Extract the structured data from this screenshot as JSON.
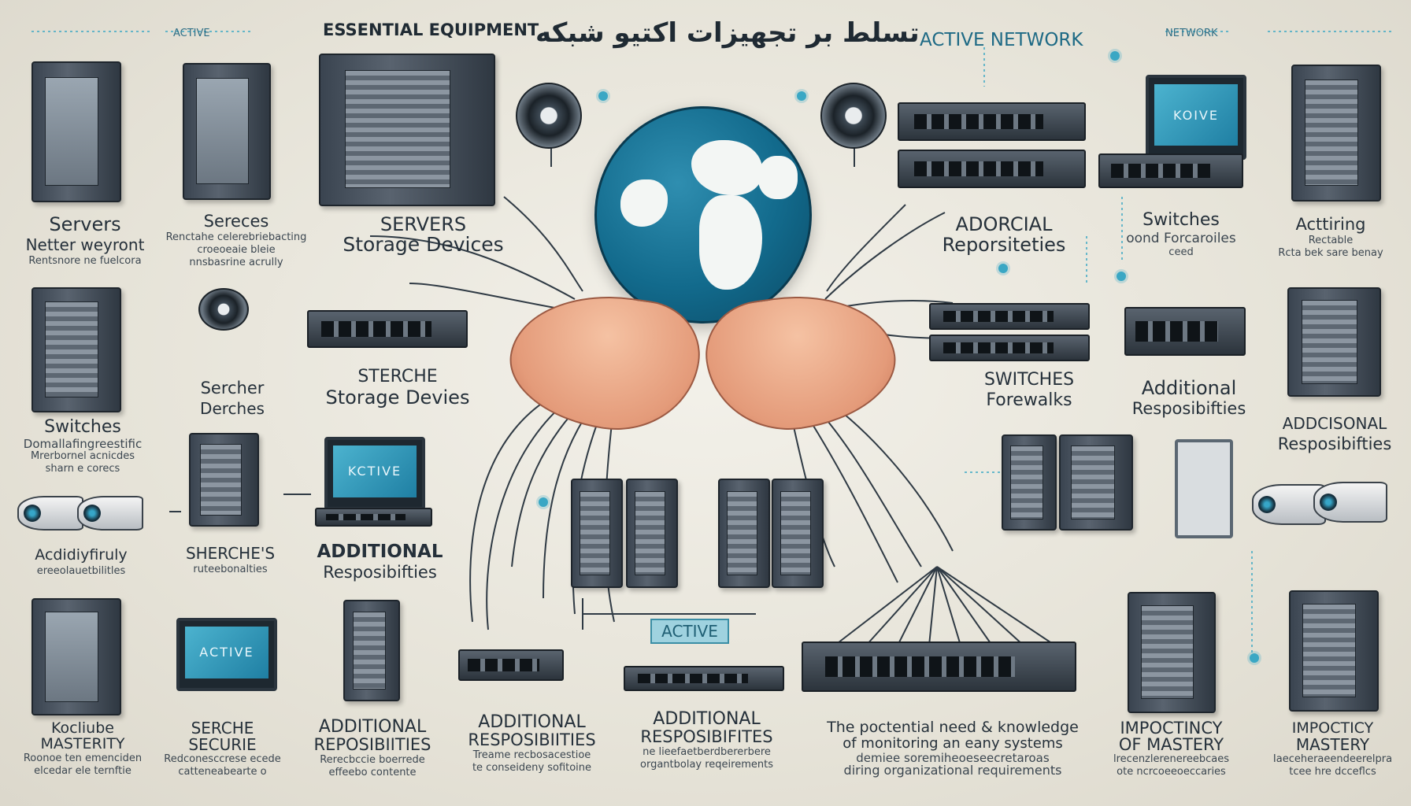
{
  "header": {
    "left_small": "ACTIVE",
    "left_title": "ESSENTIAL EQUIPMENT",
    "persian_title": "تسلط بر تجهیزات اکتیو شبکه",
    "right_title": "ACTIVE NETWORK",
    "right_small": "NETWORK"
  },
  "screen_labels": [
    "KOIVE",
    "KCTIVE",
    "ACTIVE"
  ],
  "center_badge": "ACTIVE",
  "labels": {
    "l1": {
      "title": "Servers",
      "sub1": "Netter weyront",
      "sub2": "Rentsnore ne fuelcora"
    },
    "l2": {
      "title": "Sereces",
      "sub1": "Renctahe celerebriebacting",
      "sub2": "croeoeaie bleie",
      "sub3": "nnsbasrine acrully"
    },
    "l3": {
      "title": "SERVERS",
      "sub1": "Storage Devices"
    },
    "l4": {
      "title": "ADORCIAL",
      "sub1": "Reporsiteties"
    },
    "l5": {
      "title": "Switches",
      "sub1": "oond Forcaroiles",
      "sub2": "ceed"
    },
    "l6": {
      "title": "Acttiring",
      "sub1": "Rectable",
      "sub2": "Rcta bek sare benay"
    },
    "l7": {
      "title": "Sercher",
      "sub1": "Derches"
    },
    "l8": {
      "title": "STERCHE",
      "sub1": "Storage Devies"
    },
    "l9": {
      "title": "SWITCHES",
      "sub1": "Forewalks"
    },
    "l10": {
      "title": "Additional",
      "sub1": "Resposibifties"
    },
    "l11": {
      "title": "ADDCISONAL",
      "sub1": "Resposibifties"
    },
    "l12": {
      "title": "Switches",
      "sub1": "Domallafingreestific",
      "sub2": "Mrerbornel acnicdes",
      "sub3": "sharn e corecs"
    },
    "l13": {
      "title": "Acdidiyfiruly",
      "sub1": "ereeolauetbilitles"
    },
    "l14": {
      "title": "SHERCHE'S",
      "sub1": "ruteebonalties"
    },
    "l15": {
      "title": "ADDITIONAL",
      "sub1": "Resposibifties"
    },
    "l16": {
      "title": "Kocliube",
      "sub1": "MASTERITY",
      "sub2": "Roonoe ten emenciden",
      "sub3": "elcedar ele ternftie"
    },
    "l17": {
      "title": "SERCHE",
      "sub1": "SECURIE",
      "sub2": "Redconesccrese ecede",
      "sub3": "catteneabearte o"
    },
    "l18": {
      "title": "ADDITIONAL",
      "sub1": "REPOSIBIITIES",
      "sub2": "Rerecbccie boerrede",
      "sub3": "effeebo contente"
    },
    "l19": {
      "title": "ADDITIONAL",
      "sub1": "RESPOSIBIITIES",
      "sub2": "Treame recbosacestioe",
      "sub3": "te conseideny sofitoine"
    },
    "l20": {
      "title": "ADDITIONAL",
      "sub1": "RESPOSIBIFITES",
      "sub2": "ne lieefaetberdbererbere",
      "sub3": "organtbolay reqeirements"
    },
    "l21": {
      "title": "The poctential need & knowledge",
      "sub1": "of monitoring an eany systems",
      "sub2": "demiee soremiheoeseecretaroas",
      "sub3": "diring organizational requirements"
    },
    "l22": {
      "title": "IMPOCTINCY",
      "sub1": "OF MASTERY",
      "sub2": "lrecenzlerenereebcaes",
      "sub3": "ote ncrcoeeoeccaries"
    },
    "l23": {
      "title": "IMPOCTICY",
      "sub1": "MASTERY",
      "sub2": "Iaeceheraeendeerelpra",
      "sub3": "tcee hre dcceflcs"
    }
  },
  "colors": {
    "accent": "#3aa7c4",
    "globe": "#126a8c",
    "text": "#25303a",
    "background": "#e9e6dc"
  }
}
